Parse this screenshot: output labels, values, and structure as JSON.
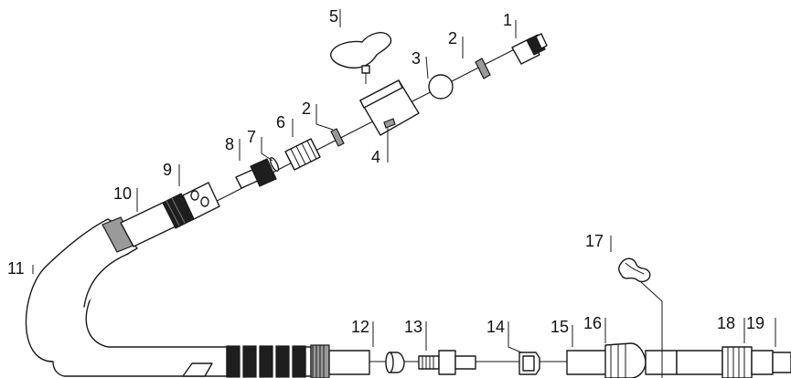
{
  "parts": [
    {
      "id": "part-1",
      "number": "1"
    },
    {
      "id": "part-2a",
      "number": "2"
    },
    {
      "id": "part-2b",
      "number": "2"
    },
    {
      "id": "part-3",
      "number": "3"
    },
    {
      "id": "part-4",
      "number": "4"
    },
    {
      "id": "part-5",
      "number": "5"
    },
    {
      "id": "part-6",
      "number": "6"
    },
    {
      "id": "part-7",
      "number": "7"
    },
    {
      "id": "part-8",
      "number": "8"
    },
    {
      "id": "part-9",
      "number": "9"
    },
    {
      "id": "part-10",
      "number": "10"
    },
    {
      "id": "part-11",
      "number": "11"
    },
    {
      "id": "part-12",
      "number": "12"
    },
    {
      "id": "part-13",
      "number": "13"
    },
    {
      "id": "part-14",
      "number": "14"
    },
    {
      "id": "part-15",
      "number": "15"
    },
    {
      "id": "part-16",
      "number": "16"
    },
    {
      "id": "part-17",
      "number": "17"
    },
    {
      "id": "part-18",
      "number": "18"
    },
    {
      "id": "part-19",
      "number": "19"
    }
  ]
}
